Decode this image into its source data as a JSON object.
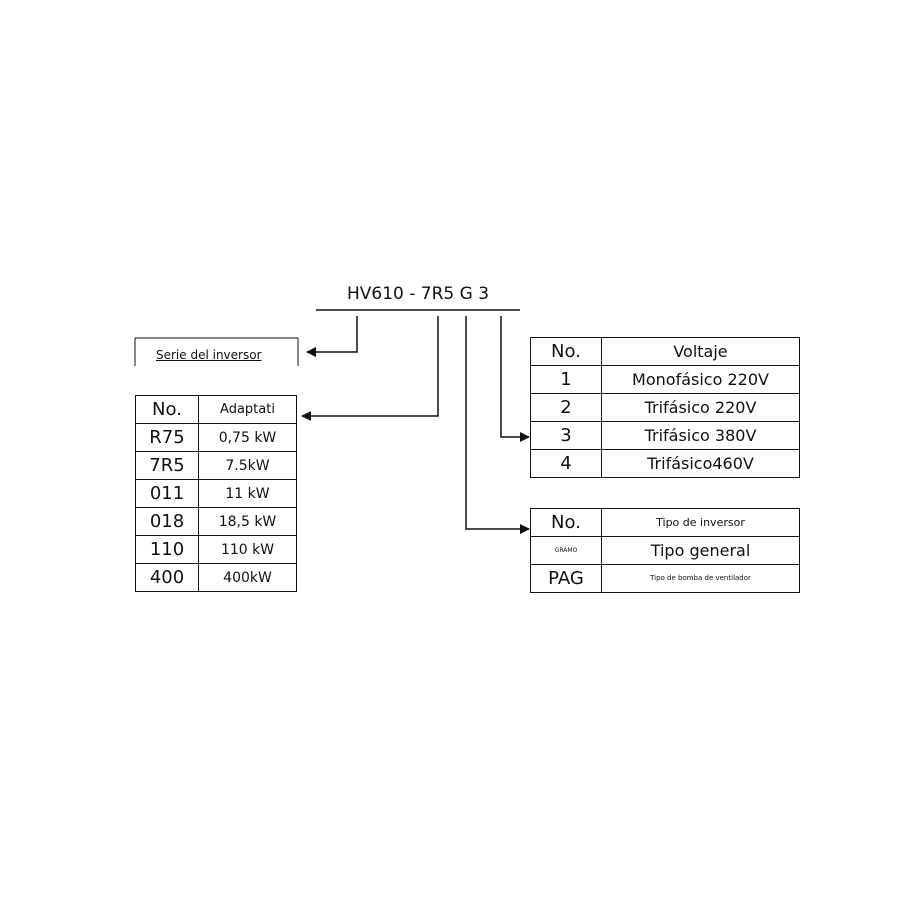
{
  "model_code": "HV610 - 7R5 G 3",
  "series_label": "Serie del inversor",
  "power_table": {
    "header": [
      "No.",
      "Adaptati"
    ],
    "rows": [
      [
        "R75",
        "0,75 kW"
      ],
      [
        "7R5",
        "7.5kW"
      ],
      [
        "011",
        "11 kW"
      ],
      [
        "018",
        "18,5 kW"
      ],
      [
        "110",
        "110 kW"
      ],
      [
        "400",
        "400kW"
      ]
    ]
  },
  "voltage_table": {
    "header": [
      "No.",
      "Voltaje"
    ],
    "rows": [
      [
        "1",
        "Monofásico 220V"
      ],
      [
        "2",
        "Trifásico 220V"
      ],
      [
        "3",
        "Trifásico 380V"
      ],
      [
        "4",
        "Trifásico460V"
      ]
    ]
  },
  "type_table": {
    "header": [
      "No.",
      "Tipo de inversor"
    ],
    "rows": [
      [
        "GRAMO",
        "Tipo general"
      ],
      [
        "PAG",
        "Tipo de bomba de ventilador"
      ]
    ]
  },
  "line_color": "#111111"
}
